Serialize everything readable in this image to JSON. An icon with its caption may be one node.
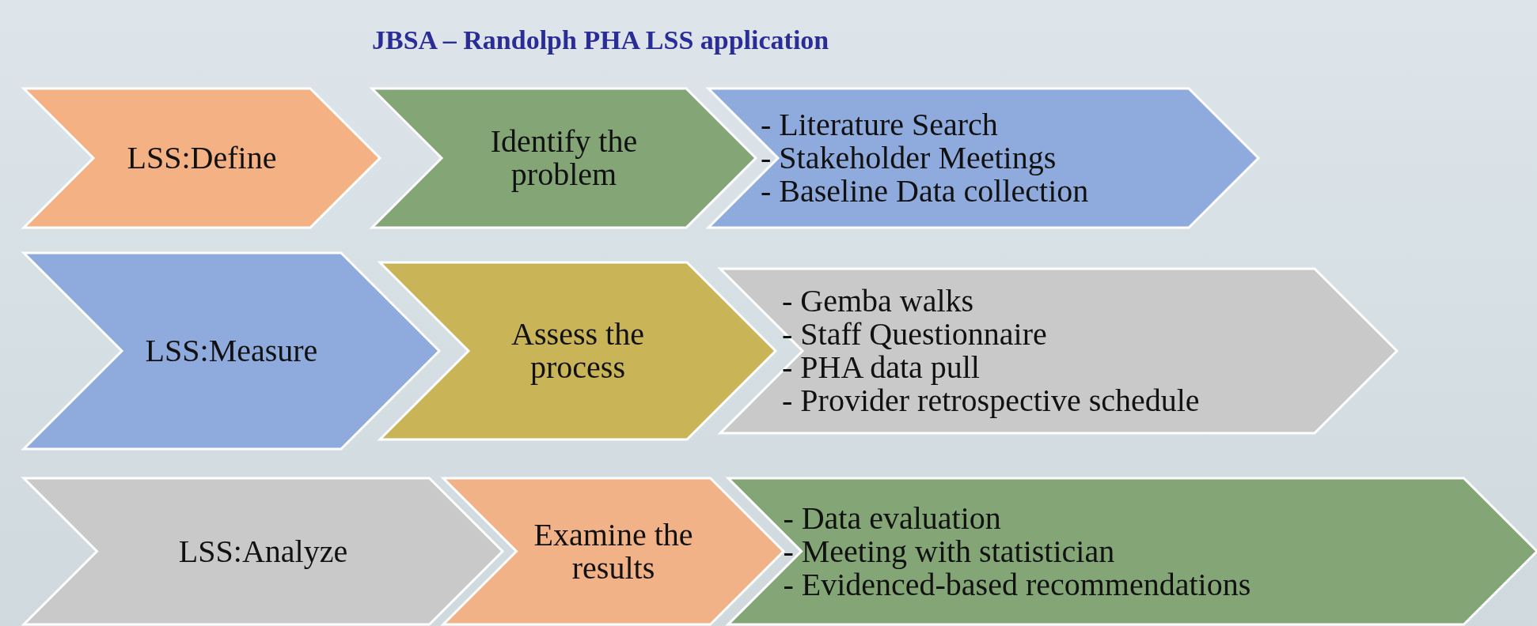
{
  "diagram": {
    "title": "JBSA – Randolph PHA LSS application",
    "nodes": [
      {
        "text": [
          "LSS:Define"
        ]
      },
      {
        "text": [
          "Identify the problem"
        ]
      },
      {
        "text": [
          "- Literature Search",
          "- Stakeholder Meetings",
          "- Baseline Data collection"
        ]
      },
      {
        "text": [
          "LSS:Measure"
        ]
      },
      {
        "text": [
          "Assess the process"
        ]
      },
      {
        "text": [
          "- Gemba walks",
          "- Staff Questionnaire",
          "- PHA data pull",
          "- Provider retrospective schedule"
        ]
      },
      {
        "text": [
          "LSS:Analyze"
        ]
      },
      {
        "text": [
          "Examine the results"
        ]
      },
      {
        "text": [
          "- Data evaluation",
          "- Meeting with statistician",
          "- Evidenced-based recommendations"
        ]
      }
    ],
    "edges": []
  }
}
